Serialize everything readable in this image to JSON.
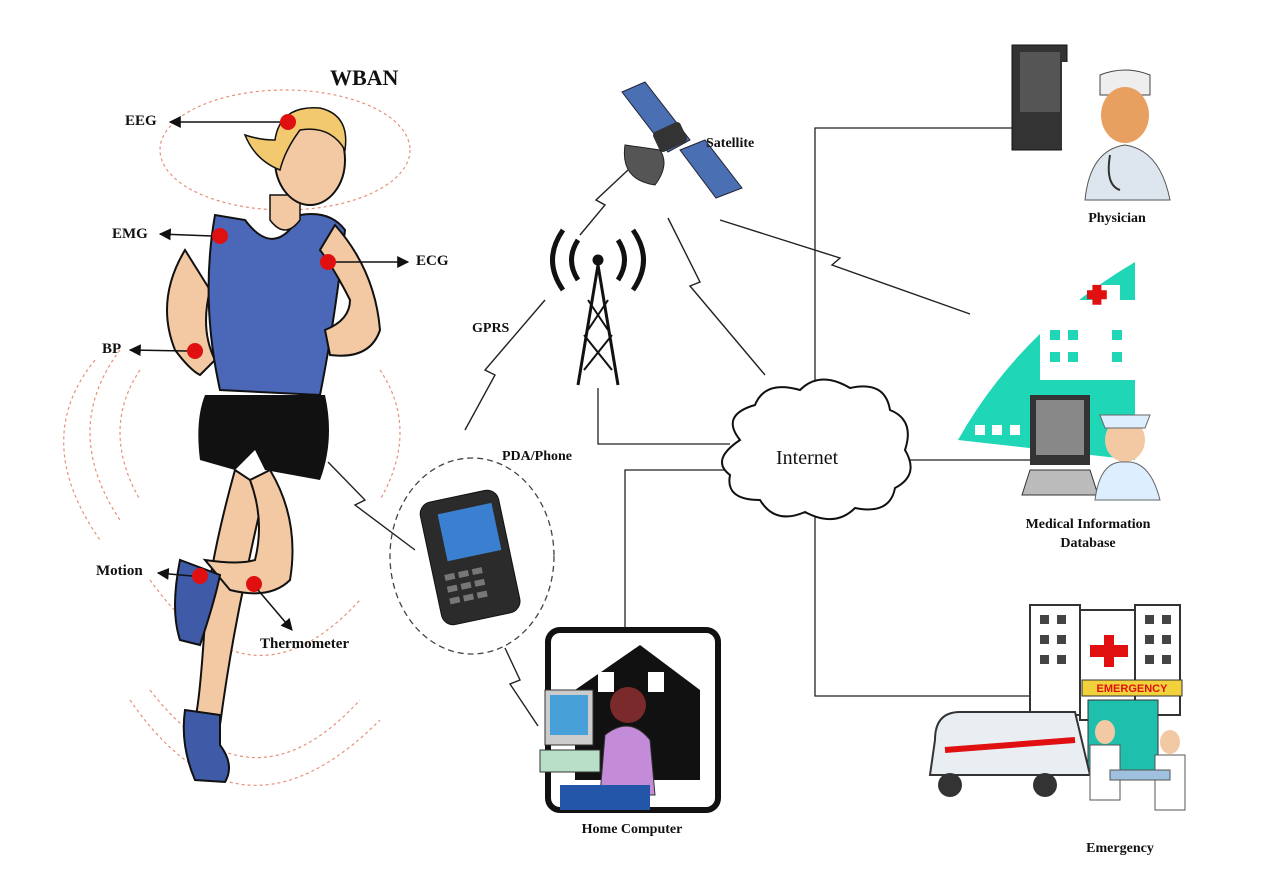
{
  "title": "WBAN",
  "sensors": {
    "eeg": "EEG",
    "emg": "EMG",
    "ecg": "ECG",
    "bp": "BP",
    "motion": "Motion",
    "thermometer": "Thermometer"
  },
  "nodes": {
    "satellite": "Satellite",
    "gprs": "GPRS",
    "pda": "PDA/Phone",
    "internet": "Internet",
    "physician": "Physician",
    "medical_db_line1": "Medical Information",
    "medical_db_line2": "Database",
    "home_computer": "Home Computer",
    "emergency": "Emergency",
    "emergency_sign": "EMERGENCY"
  },
  "colors": {
    "sensor_dot": "#e01010",
    "shirt": "#4a67b8",
    "hospital_teal": "#1fd6b6",
    "skin": "#f3c9a3",
    "hair": "#f2c96e"
  }
}
